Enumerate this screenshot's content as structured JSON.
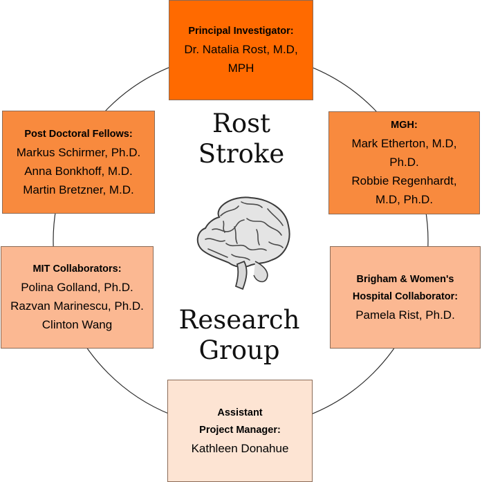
{
  "center": {
    "line1": "Rost",
    "line2": "Stroke",
    "line3": "Research",
    "line4": "Group",
    "icon": "brain-icon"
  },
  "colors": {
    "ring": "#2a2a2a",
    "tier1": "#ff6a00",
    "tier2": "#f88a3e",
    "tier3": "#fbb892",
    "tier4": "#fde4d3"
  },
  "boxes": {
    "pi": {
      "heading": "Principal Investigator:",
      "members": [
        "Dr. Natalia Rost, M.D,",
        "MPH"
      ],
      "color": "#ff6a00"
    },
    "postdoc": {
      "heading": "Post Doctoral Fellows:",
      "members": [
        "Markus Schirmer, Ph.D.",
        "Anna Bonkhoff, M.D.",
        "Martin Bretzner, M.D."
      ],
      "color": "#f88a3e"
    },
    "mgh": {
      "heading": "MGH:",
      "members": [
        "Mark Etherton, M.D,",
        "Ph.D.",
        "Robbie Regenhardt,",
        "M.D, Ph.D."
      ],
      "color": "#f88a3e"
    },
    "mit": {
      "heading": "MIT Collaborators:",
      "members": [
        "Polina Golland, Ph.D.",
        "Razvan Marinescu, Ph.D.",
        "Clinton Wang"
      ],
      "color": "#fbb892"
    },
    "bwh": {
      "heading_line1": "Brigham & Women's",
      "heading_line2": "Hospital Collaborator:",
      "members": [
        "Pamela Rist, Ph.D."
      ],
      "color": "#fbb892"
    },
    "apm": {
      "heading_line1": "Assistant",
      "heading_line2": "Project Manager:",
      "members": [
        "Kathleen Donahue"
      ],
      "color": "#fde4d3"
    }
  }
}
